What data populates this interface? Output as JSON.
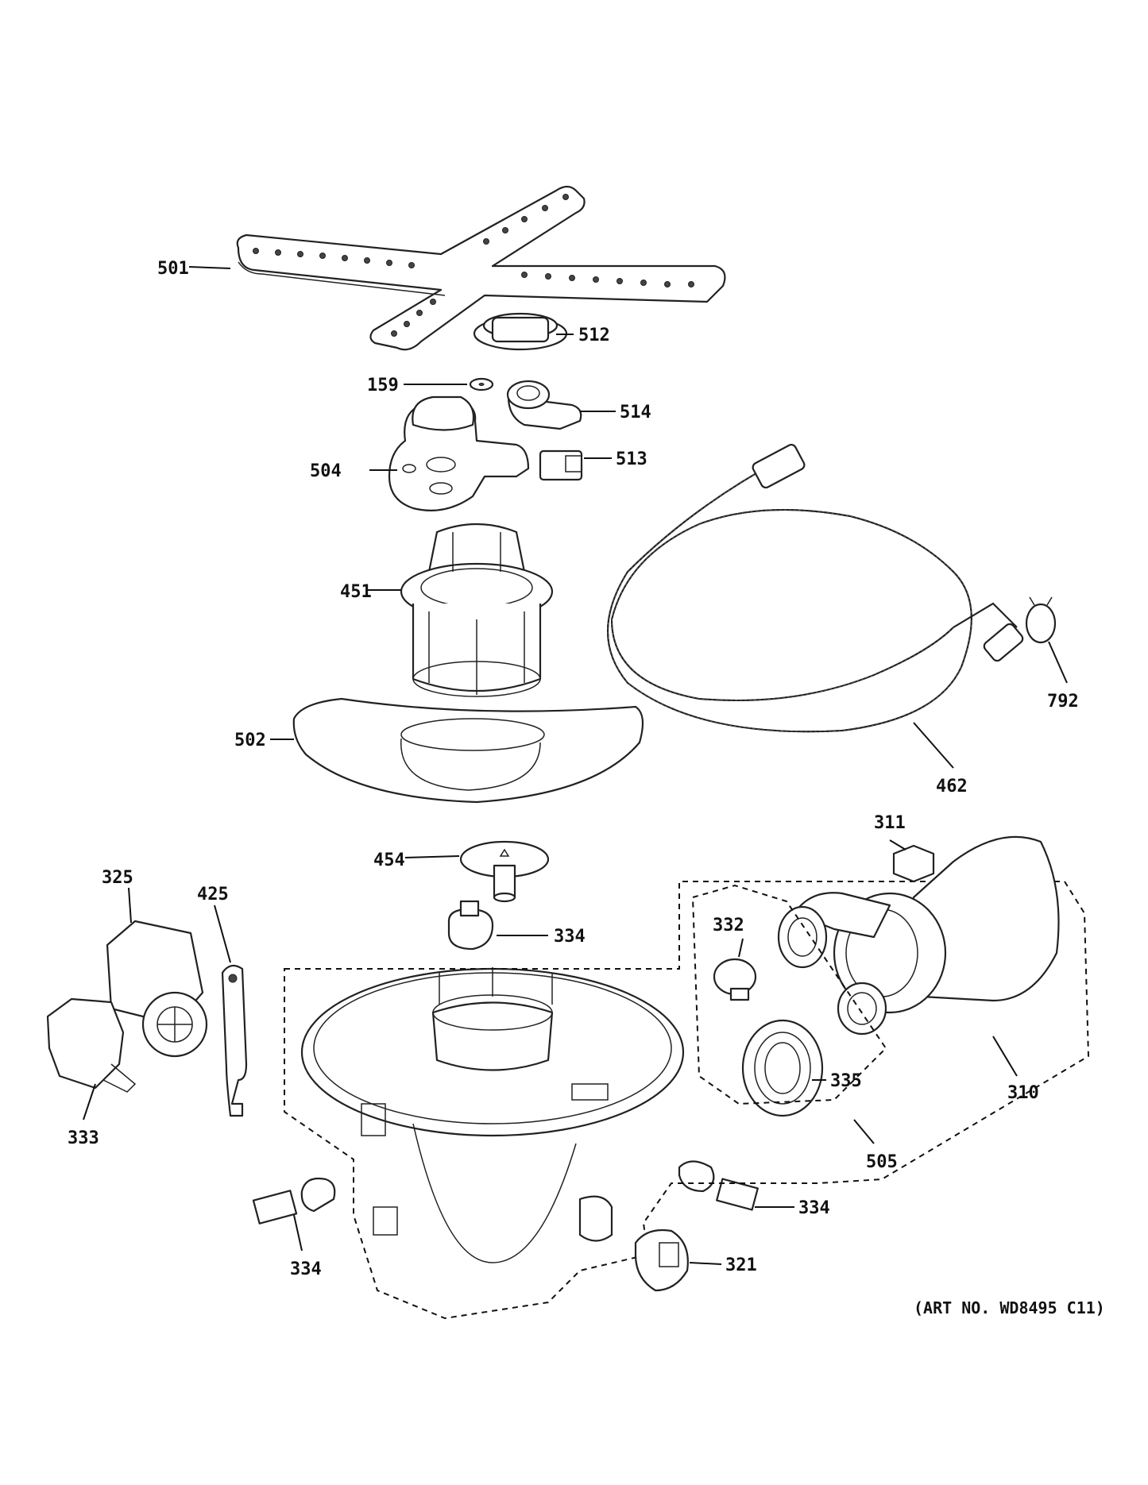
{
  "callouts": {
    "p501": "501",
    "p512": "512",
    "p159": "159",
    "p514": "514",
    "p504": "504",
    "p513": "513",
    "p451": "451",
    "p792": "792",
    "p502": "502",
    "p462": "462",
    "p311": "311",
    "p454": "454",
    "p325": "325",
    "p425": "425",
    "p332": "332",
    "p334a": "334",
    "p333": "333",
    "p335": "335",
    "p310": "310",
    "p505": "505",
    "p334b": "334",
    "p334c": "334",
    "p321": "321"
  },
  "art_number": "(ART NO. WD8495 C11)"
}
